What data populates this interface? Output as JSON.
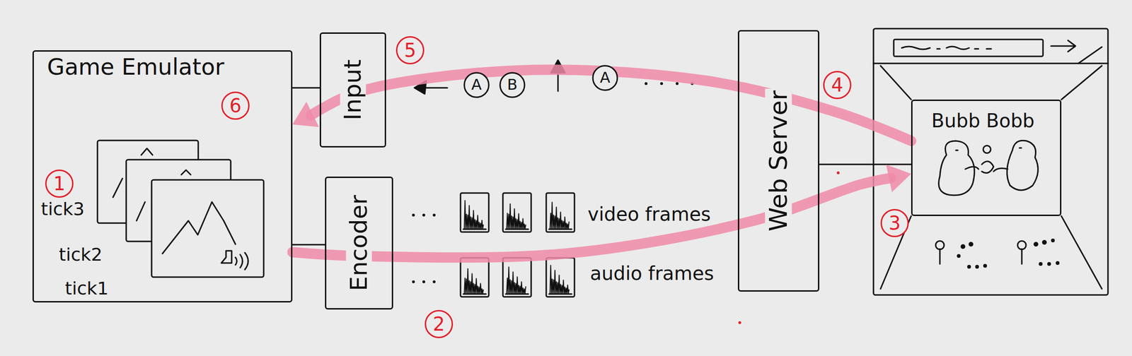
{
  "diagram": {
    "nodes": [
      {
        "text": [
          "Game Emulator"
        ]
      },
      {
        "text": [
          "Input"
        ]
      },
      {
        "text": [
          "A"
        ]
      },
      {
        "text": [
          "B"
        ]
      },
      {
        "text": [
          "A"
        ]
      },
      {
        "text": [
          "Web Server"
        ]
      },
      {
        "text": [
          "Bubb Bobb"
        ]
      },
      {
        "text": [
          "Encoder"
        ]
      }
    ],
    "edges": [
      {
        "from": 0,
        "to": 1,
        "arrow": "none"
      },
      {
        "from": 0,
        "to": 7,
        "arrow": "none"
      },
      {
        "from": 5,
        "to": 6,
        "arrow": "none"
      },
      {
        "from": 0,
        "to": 6,
        "arrow": "to"
      },
      {
        "from": 6,
        "to": 0,
        "arrow": "to"
      }
    ],
    "labels": [
      "1",
      "tick3",
      "tick2",
      "tick1",
      "2",
      "video frames",
      "audio frames",
      "3",
      "4",
      "5",
      "6"
    ]
  }
}
